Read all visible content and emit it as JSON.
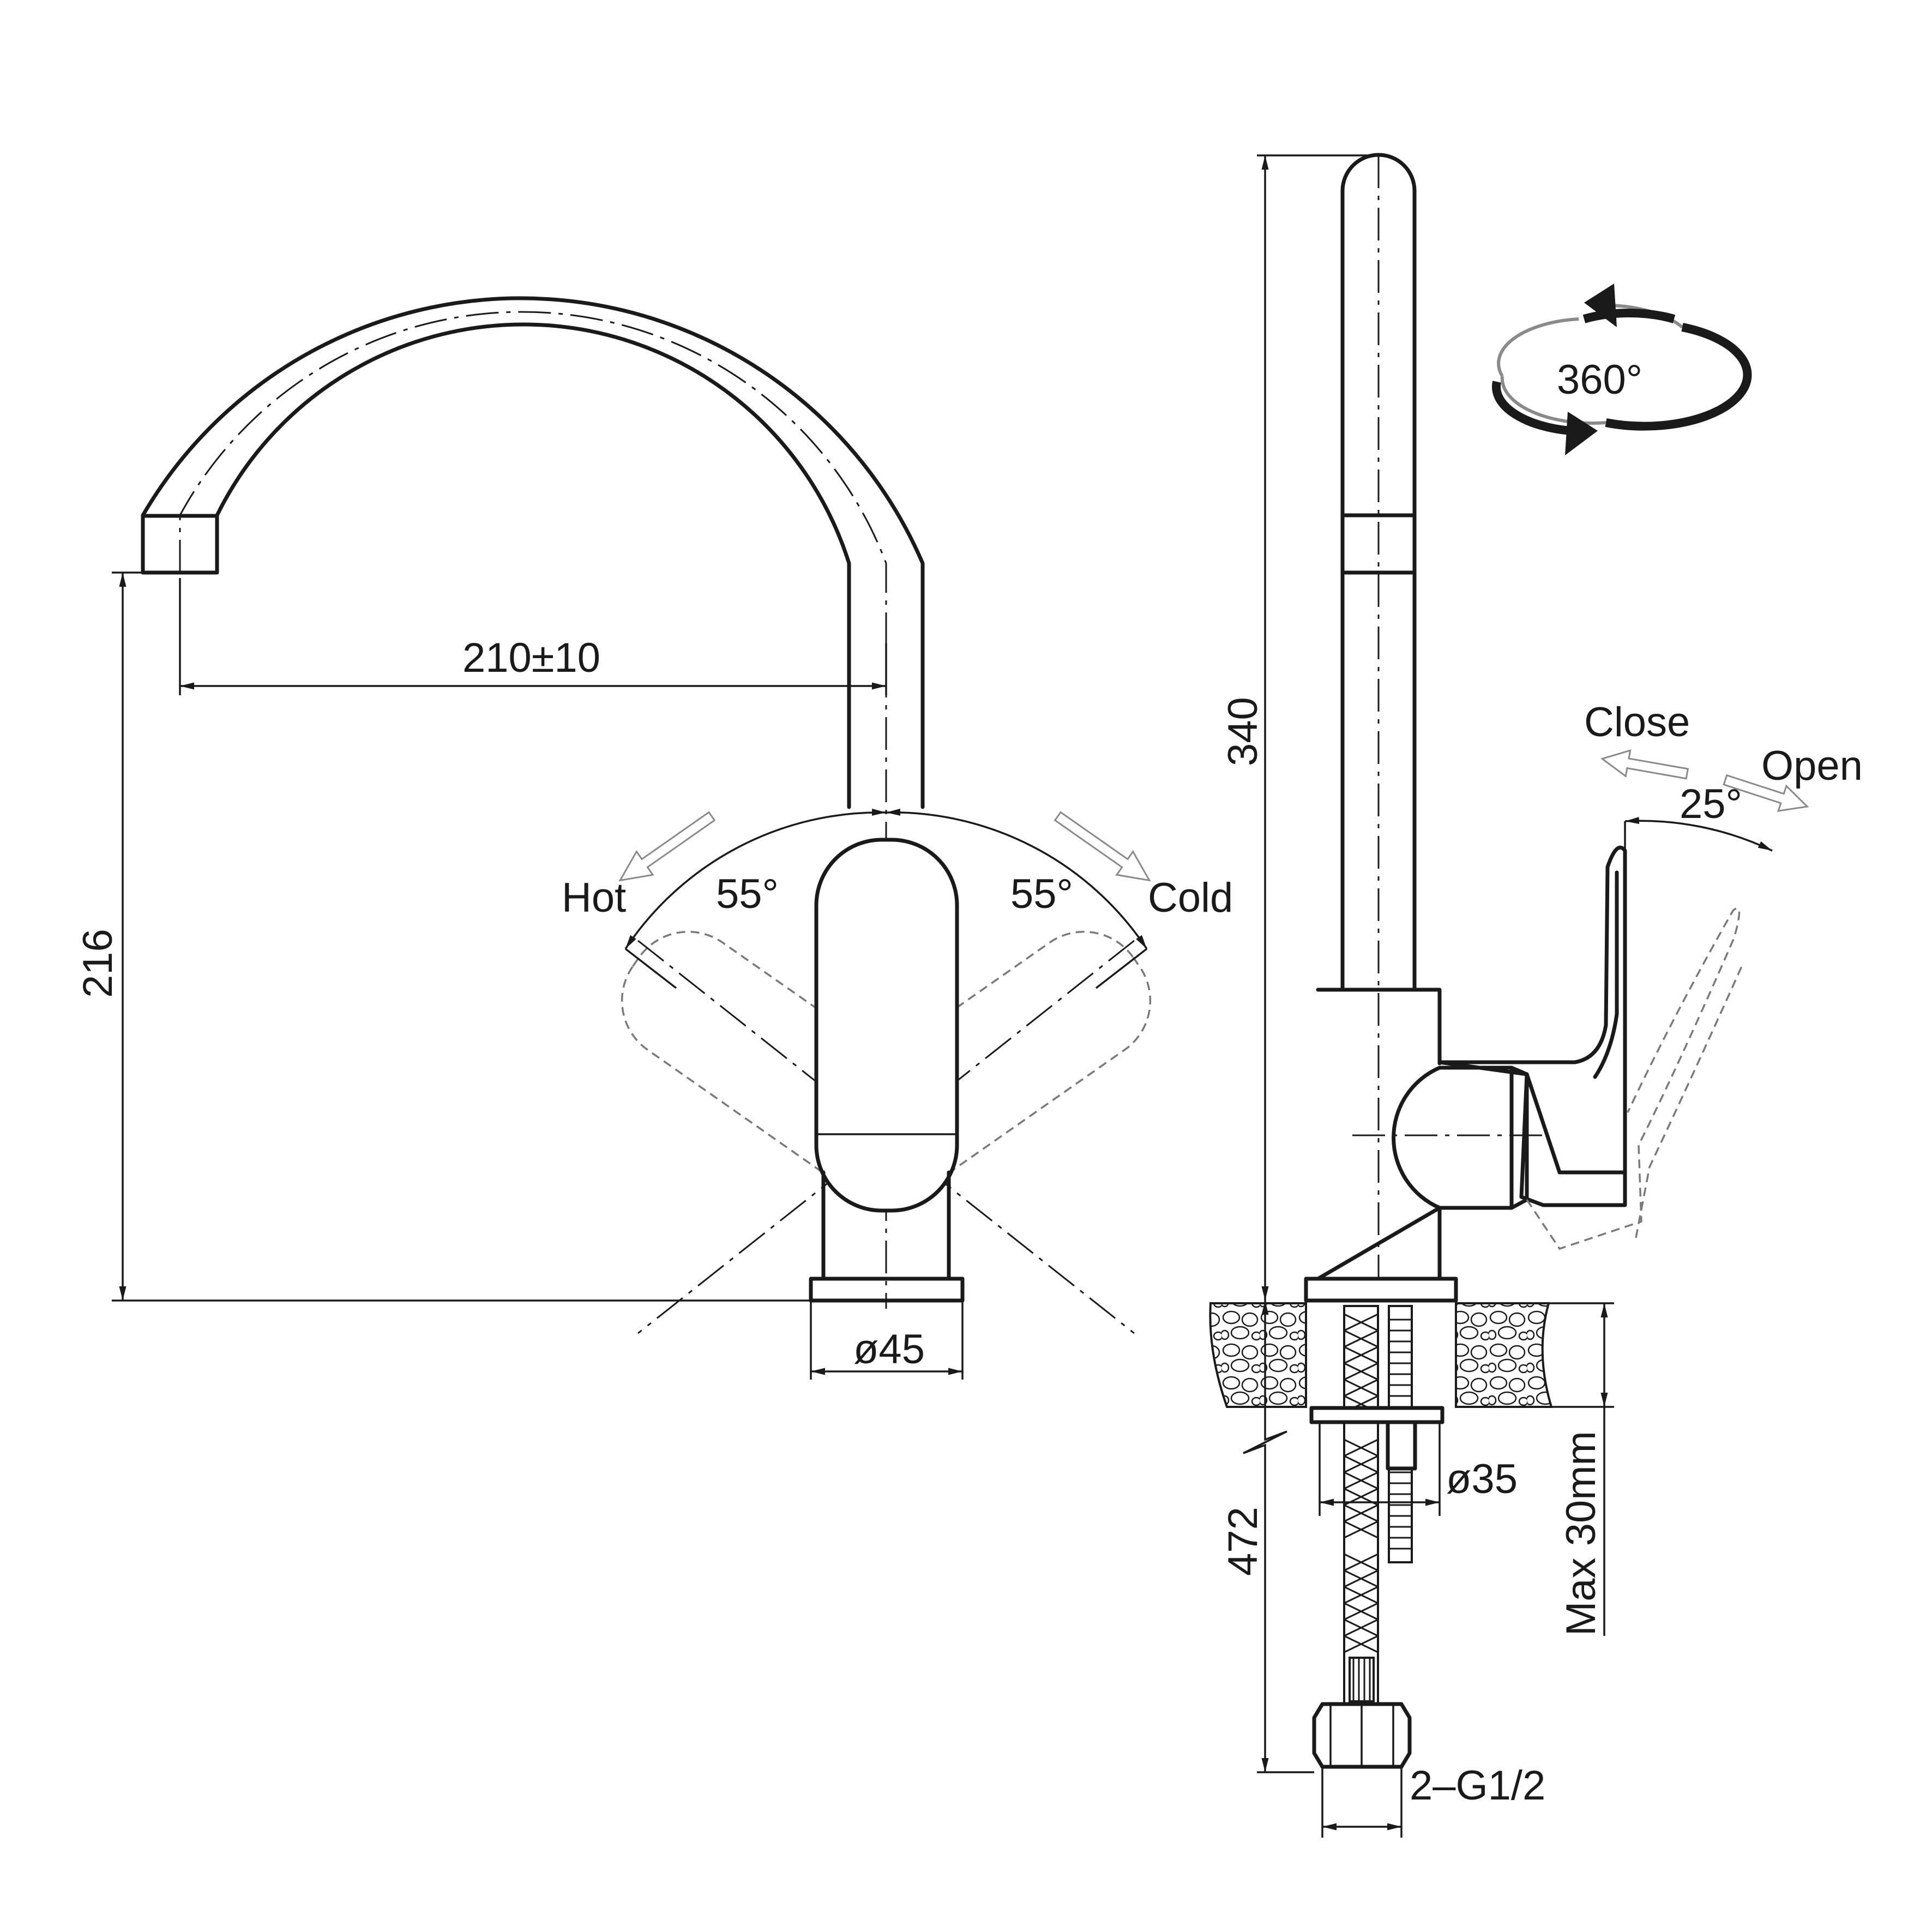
{
  "labels": {
    "spout_reach": "210±10",
    "height_spout": "216",
    "base_diameter": "ø45",
    "hot": "Hot",
    "cold": "Cold",
    "hot_angle": "55°",
    "cold_angle": "55°",
    "rotation": "360°",
    "total_height": "340",
    "close": "Close",
    "open": "Open",
    "lever_angle": "25°",
    "shank_diameter": "ø35",
    "hose_length": "472",
    "max_thickness": "Max 30mm",
    "thread": "2–G1/2"
  },
  "colors": {
    "line": "#1a1a1a",
    "ghost": "#7a7a7a",
    "background": "#ffffff"
  },
  "icons": [
    "rotation-arrow-icon",
    "direction-arrow-icon"
  ]
}
